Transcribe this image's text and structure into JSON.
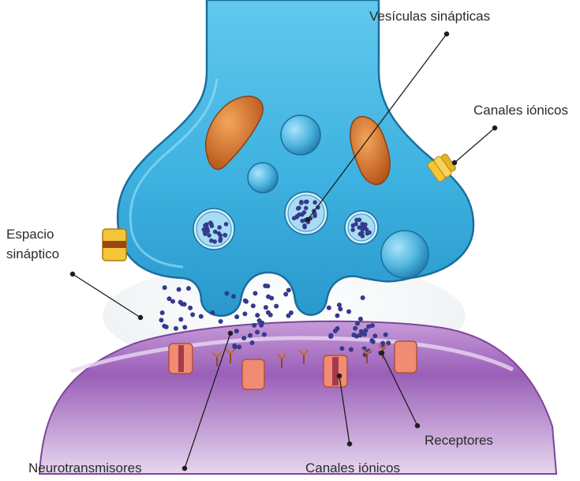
{
  "labels": {
    "vesicles": "Vesículas sinápticas",
    "ion_channels_top": "Canales iónicos",
    "synaptic_space_line1": "Espacio",
    "synaptic_space_line2": "sináptico",
    "receptors": "Receptores",
    "neurotransmitters": "Neurotransmisores",
    "ion_channels_bottom": "Canales iónicos"
  },
  "colors": {
    "presynaptic": "#3db3e0",
    "presynaptic_dark": "#1f7fb5",
    "postsynaptic": "#9a5fb8",
    "mitochondria": "#d9742b",
    "ion_channel": "#f2c23a",
    "receptor": "#e07a63",
    "neurotransmitter": "#353a8c"
  }
}
